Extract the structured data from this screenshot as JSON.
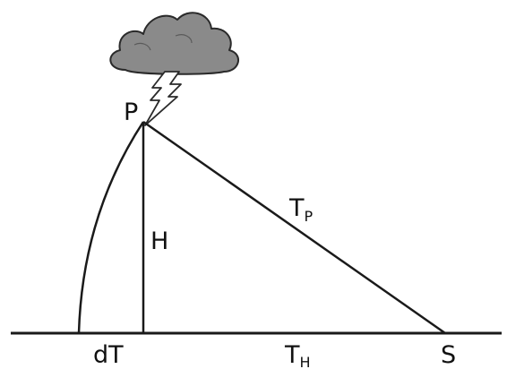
{
  "labels": {
    "point_p": "P",
    "height_h": "H",
    "slant_main": "T",
    "slant_sub": "P",
    "ground_dt": "dT",
    "ground_main": "T",
    "ground_sub": "H",
    "point_s": "S"
  },
  "colors": {
    "line": "#1a1a1a",
    "cloud_fill": "#8a8a8a",
    "cloud_stroke": "#2a2a2a",
    "bolt_fill": "#ffffff",
    "bolt_stroke": "#2a2a2a"
  },
  "icons": {
    "cloud": "storm-cloud-icon",
    "bolt": "lightning-bolt-icon"
  }
}
